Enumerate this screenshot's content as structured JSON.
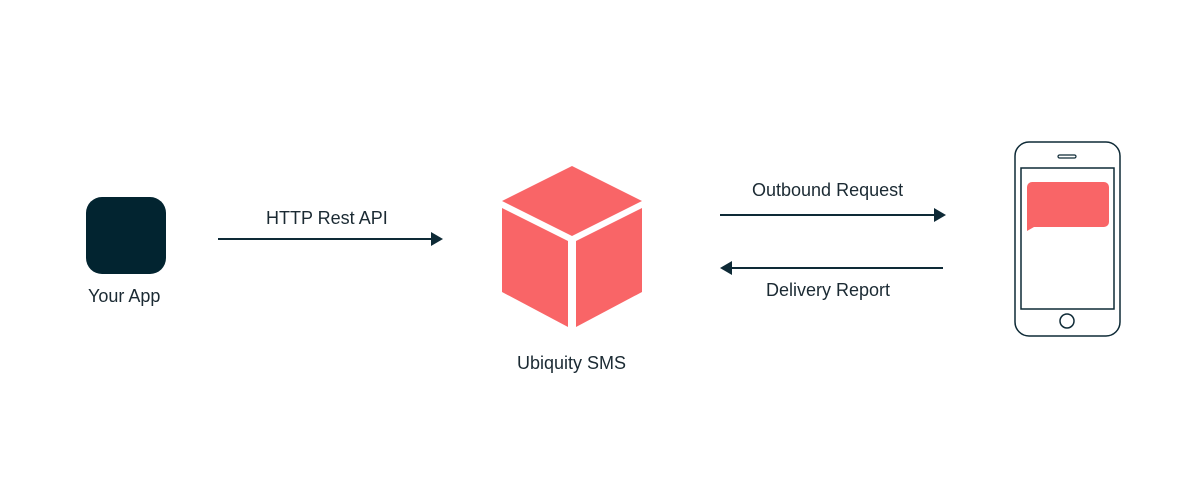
{
  "nodes": {
    "app": {
      "label": "Your App"
    },
    "service": {
      "label": "Ubiquity SMS"
    }
  },
  "edges": {
    "http": {
      "label": "HTTP Rest API"
    },
    "outbound": {
      "label": "Outbound Request"
    },
    "delivery": {
      "label": "Delivery Report"
    }
  },
  "colors": {
    "app_icon": "#022430",
    "accent": "#F96567",
    "line": "#0E2A36"
  },
  "icons": {
    "app": "app-icon",
    "service": "cube-icon",
    "phone": "smartphone-icon",
    "message": "message-bubble-icon"
  }
}
